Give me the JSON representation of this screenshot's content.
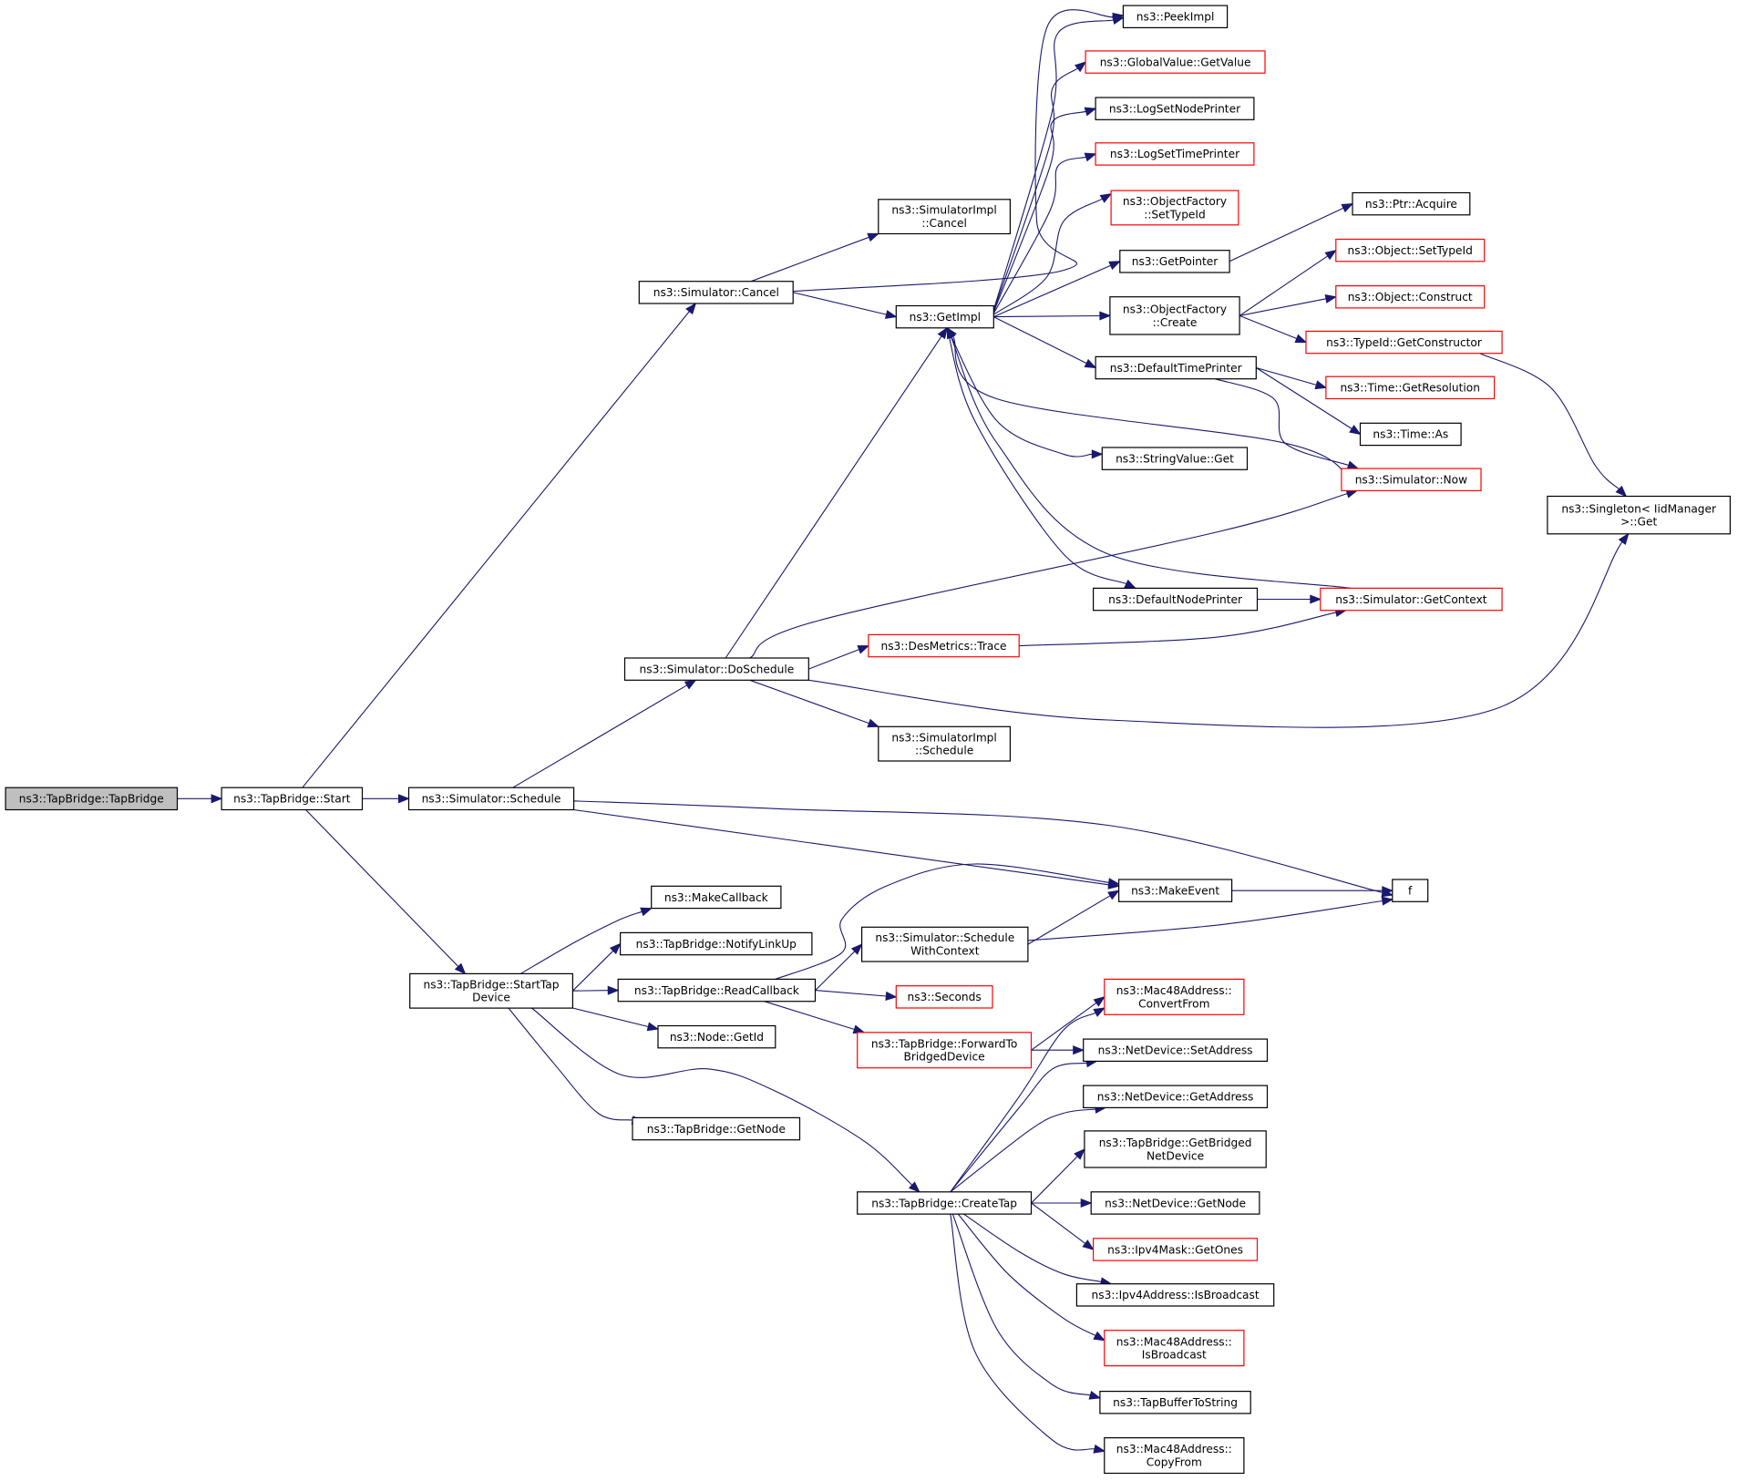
{
  "graph": {
    "colors": {
      "edge": "#191970",
      "node_border": "#000000",
      "node_border_incomplete": "#ff0000",
      "root_fill": "#bfbfbf",
      "node_fill": "#ffffff"
    },
    "nodes": [
      {
        "id": "tapbridge_ctor",
        "lines": [
          "ns3::TapBridge::TapBridge"
        ],
        "style": "root"
      },
      {
        "id": "tapbridge_start",
        "lines": [
          "ns3::TapBridge::Start"
        ],
        "style": "normal"
      },
      {
        "id": "sim_schedule",
        "lines": [
          "ns3::Simulator::Schedule"
        ],
        "style": "normal"
      },
      {
        "id": "sim_cancel",
        "lines": [
          "ns3::Simulator::Cancel"
        ],
        "style": "normal"
      },
      {
        "id": "simimpl_cancel",
        "lines": [
          "ns3::SimulatorImpl",
          "::Cancel"
        ],
        "style": "normal"
      },
      {
        "id": "getimpl",
        "lines": [
          "ns3::GetImpl"
        ],
        "style": "normal"
      },
      {
        "id": "peekimpl",
        "lines": [
          "ns3::PeekImpl"
        ],
        "style": "normal"
      },
      {
        "id": "globalvalue_getvalue",
        "lines": [
          "ns3::GlobalValue::GetValue"
        ],
        "style": "incomplete"
      },
      {
        "id": "logsetnodeprinter",
        "lines": [
          "ns3::LogSetNodePrinter"
        ],
        "style": "normal"
      },
      {
        "id": "logsettimeprinter",
        "lines": [
          "ns3::LogSetTimePrinter"
        ],
        "style": "incomplete"
      },
      {
        "id": "objfactory_settypeid",
        "lines": [
          "ns3::ObjectFactory",
          "::SetTypeId"
        ],
        "style": "incomplete"
      },
      {
        "id": "ptr_acquire",
        "lines": [
          "ns3::Ptr::Acquire"
        ],
        "style": "normal"
      },
      {
        "id": "getpointer",
        "lines": [
          "ns3::GetPointer"
        ],
        "style": "normal"
      },
      {
        "id": "object_settypeid",
        "lines": [
          "ns3::Object::SetTypeId"
        ],
        "style": "incomplete"
      },
      {
        "id": "objfactory_create",
        "lines": [
          "ns3::ObjectFactory",
          "::Create"
        ],
        "style": "normal"
      },
      {
        "id": "object_construct",
        "lines": [
          "ns3::Object::Construct"
        ],
        "style": "incomplete"
      },
      {
        "id": "typeid_getconstructor",
        "lines": [
          "ns3::TypeId::GetConstructor"
        ],
        "style": "incomplete"
      },
      {
        "id": "defaulttimeprinter",
        "lines": [
          "ns3::DefaultTimePrinter"
        ],
        "style": "normal"
      },
      {
        "id": "time_getresolution",
        "lines": [
          "ns3::Time::GetResolution"
        ],
        "style": "incomplete"
      },
      {
        "id": "time_as",
        "lines": [
          "ns3::Time::As"
        ],
        "style": "normal"
      },
      {
        "id": "stringvalue_get",
        "lines": [
          "ns3::StringValue::Get"
        ],
        "style": "normal"
      },
      {
        "id": "sim_now",
        "lines": [
          "ns3::Simulator::Now"
        ],
        "style": "incomplete"
      },
      {
        "id": "singleton_get",
        "lines": [
          "ns3::Singleton< IidManager",
          " >::Get"
        ],
        "style": "normal"
      },
      {
        "id": "defaultnodeprinter",
        "lines": [
          "ns3::DefaultNodePrinter"
        ],
        "style": "normal"
      },
      {
        "id": "sim_getcontext",
        "lines": [
          "ns3::Simulator::GetContext"
        ],
        "style": "incomplete"
      },
      {
        "id": "desmetrics_trace",
        "lines": [
          "ns3::DesMetrics::Trace"
        ],
        "style": "incomplete"
      },
      {
        "id": "sim_doschedule",
        "lines": [
          "ns3::Simulator::DoSchedule"
        ],
        "style": "normal"
      },
      {
        "id": "simimpl_schedule",
        "lines": [
          "ns3::SimulatorImpl",
          "::Schedule"
        ],
        "style": "normal"
      },
      {
        "id": "makeevent",
        "lines": [
          "ns3::MakeEvent"
        ],
        "style": "normal"
      },
      {
        "id": "f",
        "lines": [
          "f"
        ],
        "style": "normal"
      },
      {
        "id": "makecallback",
        "lines": [
          "ns3::MakeCallback"
        ],
        "style": "normal"
      },
      {
        "id": "notifylinkup",
        "lines": [
          "ns3::TapBridge::NotifyLinkUp"
        ],
        "style": "normal"
      },
      {
        "id": "sim_schedulewithcontext",
        "lines": [
          "ns3::Simulator::Schedule",
          "WithContext"
        ],
        "style": "normal"
      },
      {
        "id": "starttapdevice",
        "lines": [
          "ns3::TapBridge::StartTap",
          "Device"
        ],
        "style": "normal"
      },
      {
        "id": "readcallback",
        "lines": [
          "ns3::TapBridge::ReadCallback"
        ],
        "style": "normal"
      },
      {
        "id": "seconds",
        "lines": [
          "ns3::Seconds"
        ],
        "style": "incomplete"
      },
      {
        "id": "mac48_convertfrom",
        "lines": [
          "ns3::Mac48Address::",
          "ConvertFrom"
        ],
        "style": "incomplete"
      },
      {
        "id": "node_getid",
        "lines": [
          "ns3::Node::GetId"
        ],
        "style": "normal"
      },
      {
        "id": "forwardtobridged",
        "lines": [
          "ns3::TapBridge::ForwardTo",
          "BridgedDevice"
        ],
        "style": "incomplete"
      },
      {
        "id": "netdevice_setaddress",
        "lines": [
          "ns3::NetDevice::SetAddress"
        ],
        "style": "normal"
      },
      {
        "id": "netdevice_getaddress",
        "lines": [
          "ns3::NetDevice::GetAddress"
        ],
        "style": "normal"
      },
      {
        "id": "tapbridge_getnode",
        "lines": [
          "ns3::TapBridge::GetNode"
        ],
        "style": "normal"
      },
      {
        "id": "getbridgednetdevice",
        "lines": [
          "ns3::TapBridge::GetBridged",
          "NetDevice"
        ],
        "style": "normal"
      },
      {
        "id": "createtap",
        "lines": [
          "ns3::TapBridge::CreateTap"
        ],
        "style": "normal"
      },
      {
        "id": "netdevice_getnode",
        "lines": [
          "ns3::NetDevice::GetNode"
        ],
        "style": "normal"
      },
      {
        "id": "ipv4mask_getones",
        "lines": [
          "ns3::Ipv4Mask::GetOnes"
        ],
        "style": "incomplete"
      },
      {
        "id": "ipv4addr_isbroadcast",
        "lines": [
          "ns3::Ipv4Address::IsBroadcast"
        ],
        "style": "normal"
      },
      {
        "id": "mac48_isbroadcast",
        "lines": [
          "ns3::Mac48Address::",
          "IsBroadcast"
        ],
        "style": "incomplete"
      },
      {
        "id": "tapbuffertostring",
        "lines": [
          "ns3::TapBufferToString"
        ],
        "style": "normal"
      },
      {
        "id": "mac48_copyfrom",
        "lines": [
          "ns3::Mac48Address::",
          "CopyFrom"
        ],
        "style": "normal"
      }
    ],
    "edges": [
      {
        "from": "tapbridge_ctor",
        "to": "tapbridge_start"
      },
      {
        "from": "tapbridge_start",
        "to": "sim_schedule"
      },
      {
        "from": "tapbridge_start",
        "to": "sim_cancel"
      },
      {
        "from": "tapbridge_start",
        "to": "starttapdevice"
      },
      {
        "from": "sim_schedule",
        "to": "sim_doschedule"
      },
      {
        "from": "sim_schedule",
        "to": "makeevent"
      },
      {
        "from": "sim_schedule",
        "to": "f"
      },
      {
        "from": "sim_cancel",
        "to": "simimpl_cancel"
      },
      {
        "from": "sim_cancel",
        "to": "getimpl"
      },
      {
        "from": "sim_cancel",
        "to": "peekimpl"
      },
      {
        "from": "getimpl",
        "to": "peekimpl"
      },
      {
        "from": "getimpl",
        "to": "globalvalue_getvalue"
      },
      {
        "from": "getimpl",
        "to": "logsetnodeprinter"
      },
      {
        "from": "getimpl",
        "to": "logsettimeprinter"
      },
      {
        "from": "getimpl",
        "to": "objfactory_settypeid"
      },
      {
        "from": "getimpl",
        "to": "getpointer"
      },
      {
        "from": "getimpl",
        "to": "objfactory_create"
      },
      {
        "from": "getimpl",
        "to": "defaulttimeprinter"
      },
      {
        "from": "getimpl",
        "to": "stringvalue_get"
      },
      {
        "from": "getimpl",
        "to": "defaultnodeprinter"
      },
      {
        "from": "getpointer",
        "to": "ptr_acquire"
      },
      {
        "from": "objfactory_create",
        "to": "object_settypeid"
      },
      {
        "from": "objfactory_create",
        "to": "object_construct"
      },
      {
        "from": "objfactory_create",
        "to": "typeid_getconstructor"
      },
      {
        "from": "typeid_getconstructor",
        "to": "singleton_get"
      },
      {
        "from": "defaulttimeprinter",
        "to": "time_getresolution"
      },
      {
        "from": "defaulttimeprinter",
        "to": "time_as"
      },
      {
        "from": "defaulttimeprinter",
        "to": "sim_now"
      },
      {
        "from": "sim_now",
        "to": "getimpl"
      },
      {
        "from": "defaultnodeprinter",
        "to": "sim_getcontext"
      },
      {
        "from": "sim_getcontext",
        "to": "getimpl"
      },
      {
        "from": "sim_doschedule",
        "to": "getimpl"
      },
      {
        "from": "sim_doschedule",
        "to": "sim_now"
      },
      {
        "from": "sim_doschedule",
        "to": "desmetrics_trace"
      },
      {
        "from": "sim_doschedule",
        "to": "singleton_get"
      },
      {
        "from": "sim_doschedule",
        "to": "simimpl_schedule"
      },
      {
        "from": "desmetrics_trace",
        "to": "sim_getcontext"
      },
      {
        "from": "makeevent",
        "to": "f"
      },
      {
        "from": "starttapdevice",
        "to": "makecallback"
      },
      {
        "from": "starttapdevice",
        "to": "notifylinkup"
      },
      {
        "from": "starttapdevice",
        "to": "readcallback"
      },
      {
        "from": "starttapdevice",
        "to": "node_getid"
      },
      {
        "from": "starttapdevice",
        "to": "tapbridge_getnode"
      },
      {
        "from": "starttapdevice",
        "to": "createtap"
      },
      {
        "from": "readcallback",
        "to": "makeevent"
      },
      {
        "from": "readcallback",
        "to": "sim_schedulewithcontext"
      },
      {
        "from": "readcallback",
        "to": "seconds"
      },
      {
        "from": "readcallback",
        "to": "forwardtobridged"
      },
      {
        "from": "sim_schedulewithcontext",
        "to": "makeevent"
      },
      {
        "from": "sim_schedulewithcontext",
        "to": "f"
      },
      {
        "from": "forwardtobridged",
        "to": "mac48_convertfrom"
      },
      {
        "from": "forwardtobridged",
        "to": "netdevice_setaddress"
      },
      {
        "from": "createtap",
        "to": "mac48_convertfrom"
      },
      {
        "from": "createtap",
        "to": "netdevice_setaddress"
      },
      {
        "from": "createtap",
        "to": "netdevice_getaddress"
      },
      {
        "from": "createtap",
        "to": "getbridgednetdevice"
      },
      {
        "from": "createtap",
        "to": "netdevice_getnode"
      },
      {
        "from": "createtap",
        "to": "ipv4mask_getones"
      },
      {
        "from": "createtap",
        "to": "ipv4addr_isbroadcast"
      },
      {
        "from": "createtap",
        "to": "mac48_isbroadcast"
      },
      {
        "from": "createtap",
        "to": "tapbuffertostring"
      },
      {
        "from": "createtap",
        "to": "mac48_copyfrom"
      }
    ]
  }
}
